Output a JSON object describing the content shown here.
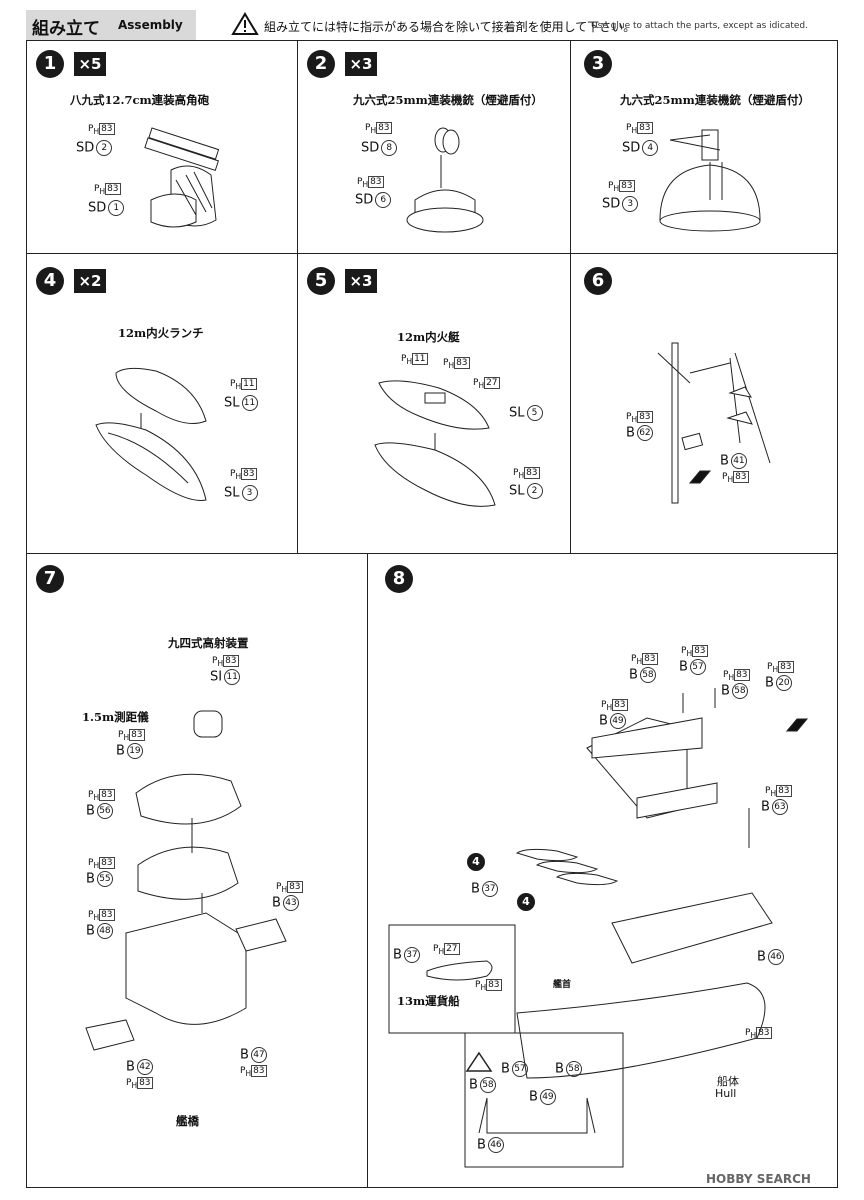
{
  "header": {
    "title_jp": "組み立て",
    "title_en": "Assembly",
    "note_jp": "組み立てには特に指示がある場合を除いて接着剤を使用して下さい。",
    "note_en": "Use glue to attach the parts, except as idicated."
  },
  "steps": [
    {
      "num": "1",
      "mult": "×5",
      "title": "八九式12.7cm連装高角砲",
      "labels": [
        {
          "ph": "83",
          "code": "SD",
          "n": "2"
        },
        {
          "ph": "83",
          "code": "SD",
          "n": "1"
        }
      ]
    },
    {
      "num": "2",
      "mult": "×3",
      "title": "九六式25mm連装機銃（煙避盾付）",
      "labels": [
        {
          "ph": "83",
          "code": "SD",
          "n": "8"
        },
        {
          "ph": "83",
          "code": "SD",
          "n": "6"
        }
      ]
    },
    {
      "num": "3",
      "mult": "",
      "title": "九六式25mm連装機銃（煙避盾付）",
      "labels": [
        {
          "ph": "83",
          "code": "SD",
          "n": "4"
        },
        {
          "ph": "83",
          "code": "SD",
          "n": "3"
        }
      ]
    },
    {
      "num": "4",
      "mult": "×2",
      "title": "12m内火ランチ",
      "labels": [
        {
          "ph": "11",
          "code": "SL",
          "n": "11"
        },
        {
          "ph": "83",
          "code": "SL",
          "n": "3"
        }
      ]
    },
    {
      "num": "5",
      "mult": "×3",
      "title": "12m内火艇",
      "labels": [
        {
          "ph": "11",
          "code": "",
          "n": ""
        },
        {
          "ph": "83",
          "code": "",
          "n": ""
        },
        {
          "ph": "27",
          "code": "",
          "n": ""
        },
        {
          "ph": "",
          "code": "SL",
          "n": "5"
        },
        {
          "ph": "83",
          "code": "SL",
          "n": "2"
        }
      ]
    },
    {
      "num": "6",
      "mult": "",
      "title": "",
      "labels": [
        {
          "ph": "83",
          "code": "B",
          "n": "62"
        },
        {
          "ph": "83",
          "code": "B",
          "n": "41"
        }
      ]
    },
    {
      "num": "7",
      "mult": "",
      "title": "九四式高射装置",
      "sub1": "1.5m測距儀",
      "bottom": "艦橋",
      "labels": [
        {
          "ph": "83",
          "code": "SI",
          "n": "11"
        },
        {
          "ph": "83",
          "code": "B",
          "n": "19"
        },
        {
          "ph": "83",
          "code": "B",
          "n": "56"
        },
        {
          "ph": "83",
          "code": "B",
          "n": "55"
        },
        {
          "ph": "83",
          "code": "B",
          "n": "48"
        },
        {
          "ph": "83",
          "code": "B",
          "n": "43"
        },
        {
          "ph": "83",
          "code": "B",
          "n": "42"
        },
        {
          "ph": "83",
          "code": "B",
          "n": "47"
        }
      ]
    },
    {
      "num": "8",
      "mult": "",
      "title": "",
      "inset_title": "13m運貨船",
      "hull_jp": "船体",
      "hull_en": "Hull",
      "bow": "艦首",
      "callout": "4",
      "labels": [
        {
          "ph": "83",
          "code": "B",
          "n": "58"
        },
        {
          "ph": "83",
          "code": "B",
          "n": "57"
        },
        {
          "ph": "83",
          "code": "B",
          "n": "58"
        },
        {
          "ph": "83",
          "code": "B",
          "n": "20"
        },
        {
          "ph": "83",
          "code": "B",
          "n": "49"
        },
        {
          "ph": "83",
          "code": "B",
          "n": "63"
        },
        {
          "ph": "",
          "code": "B",
          "n": "37"
        },
        {
          "ph": "",
          "code": "B",
          "n": "46"
        },
        {
          "ph": "83",
          "code": "",
          "n": ""
        },
        {
          "ph": "27",
          "code": "B",
          "n": "37"
        },
        {
          "ph": "83",
          "code": "",
          "n": ""
        }
      ],
      "warn_labels": [
        {
          "code": "B",
          "n": "58"
        },
        {
          "code": "B",
          "n": "57"
        },
        {
          "code": "B",
          "n": "58"
        },
        {
          "code": "B",
          "n": "49"
        },
        {
          "code": "B",
          "n": "46"
        }
      ]
    }
  ],
  "ph_prefix": "PH",
  "watermark": "HOBBY SEARCH"
}
